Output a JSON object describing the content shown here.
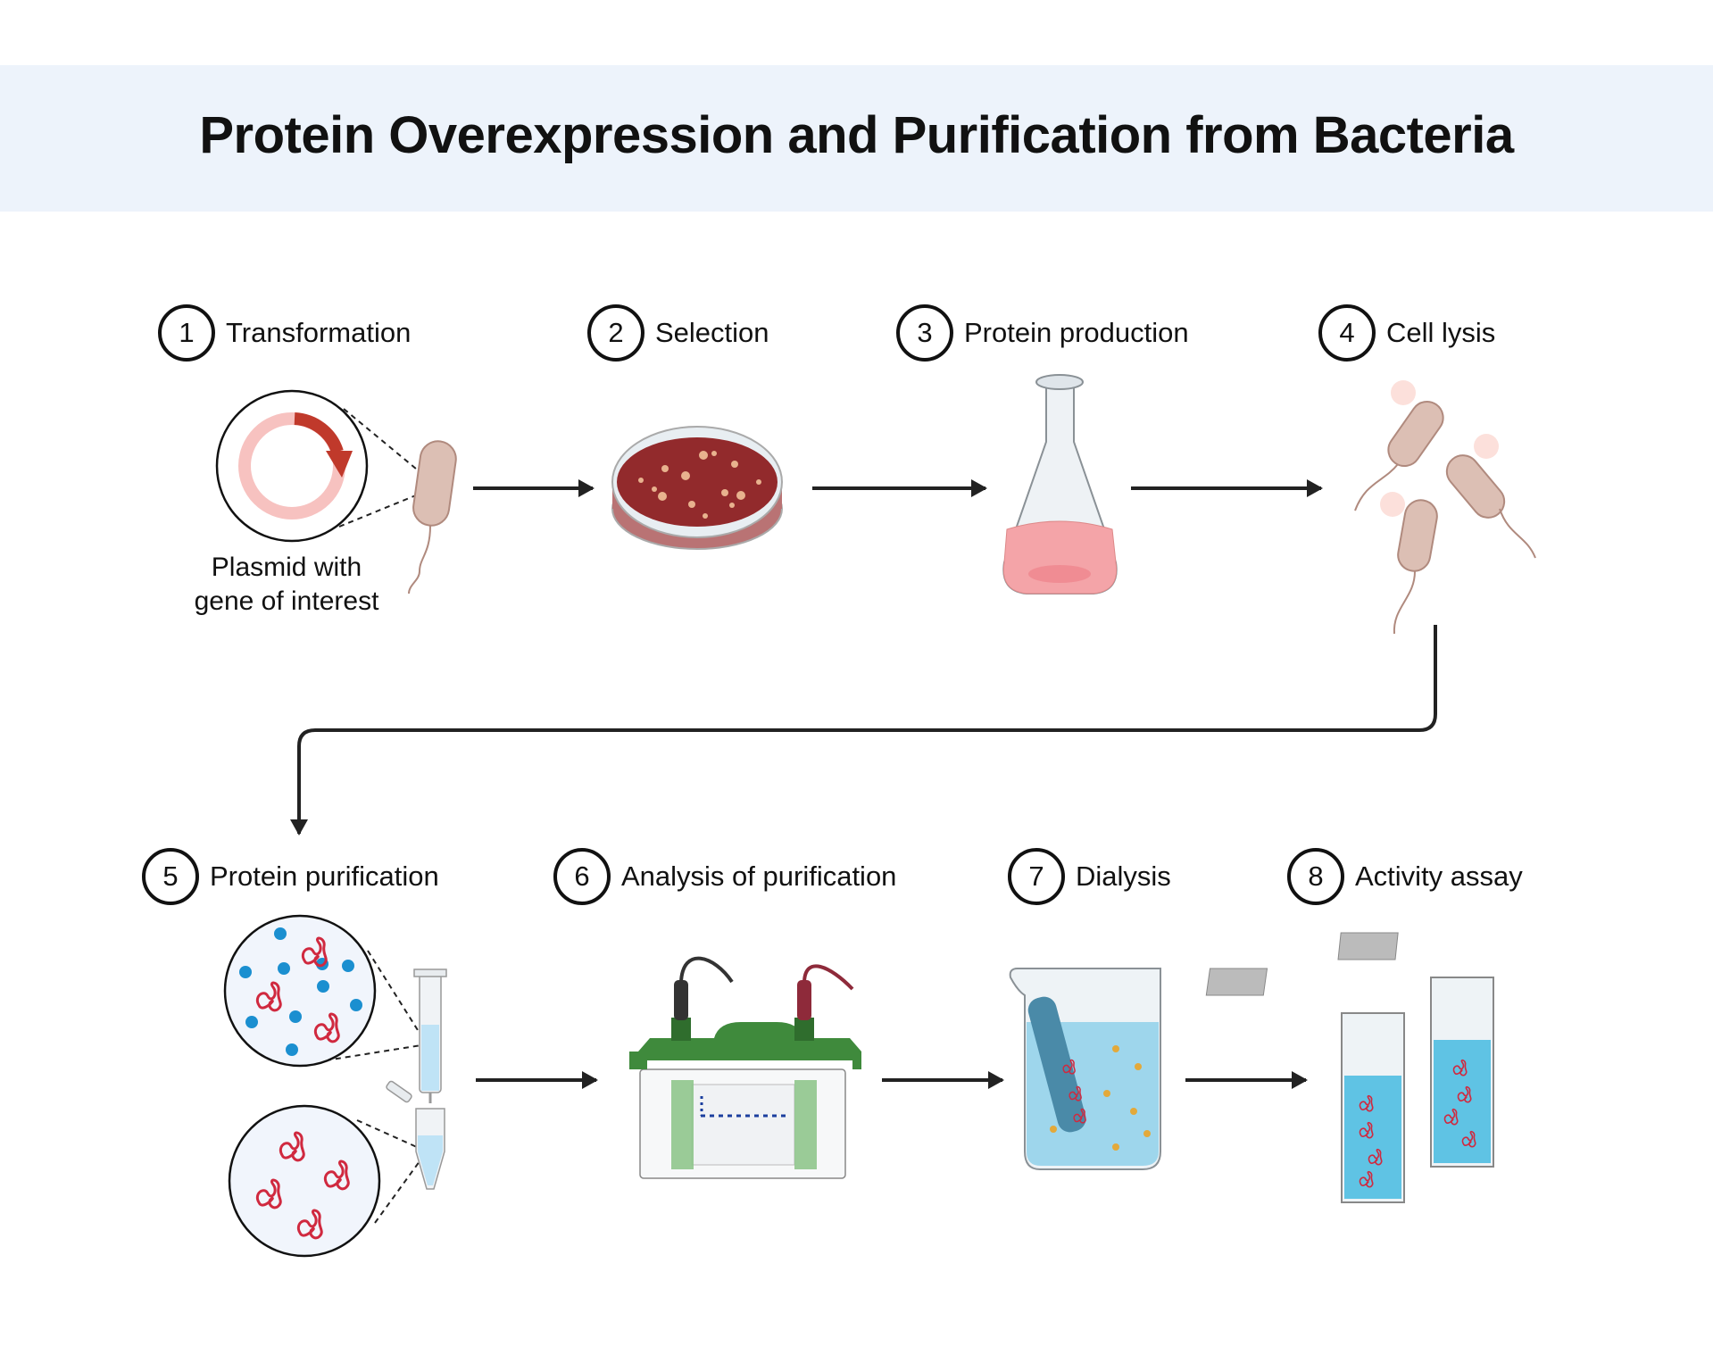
{
  "title": "Protein Overexpression and Purification from Bacteria",
  "steps": [
    {
      "number": "1",
      "label": "Transformation"
    },
    {
      "number": "2",
      "label": "Selection"
    },
    {
      "number": "3",
      "label": "Protein production"
    },
    {
      "number": "4",
      "label": "Cell lysis"
    },
    {
      "number": "5",
      "label": "Protein purification"
    },
    {
      "number": "6",
      "label": "Analysis of purification"
    },
    {
      "number": "7",
      "label": "Dialysis"
    },
    {
      "number": "8",
      "label": "Activity assay"
    }
  ],
  "plasmid_caption_line1": "Plasmid with",
  "plasmid_caption_line2": "gene of interest",
  "colors": {
    "band": "#edf3fb",
    "plasmid": "#f7c2c0",
    "gene": "#c0392b",
    "agar": "#922a2c",
    "gel_box": "#3f8a3c",
    "buffer": "#8fd0ea",
    "protein": "#d0293f",
    "bead": "#1b8fd0"
  }
}
